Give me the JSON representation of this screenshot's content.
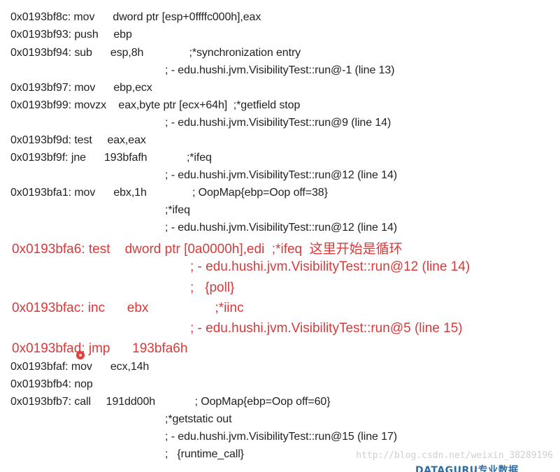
{
  "lines": [
    {
      "text": "0x0193bf8c: mov      dword ptr [esp+0ffffc000h],eax",
      "highlight": false
    },
    {
      "text": "0x0193bf93: push     ebp",
      "highlight": false
    },
    {
      "text": "0x0193bf94: sub      esp,8h               ;*synchronization entry",
      "highlight": false
    },
    {
      "text": "; - edu.hushi.jvm.VisibilityTest::run@-1 (line 13)",
      "highlight": false
    },
    {
      "text": "0x0193bf97: mov      ebp,ecx",
      "highlight": false
    },
    {
      "text": "0x0193bf99: movzx    eax,byte ptr [ecx+64h]  ;*getfield stop",
      "highlight": false
    },
    {
      "text": "; - edu.hushi.jvm.VisibilityTest::run@9 (line 14)",
      "highlight": false
    },
    {
      "text": "0x0193bf9d: test     eax,eax",
      "highlight": false
    },
    {
      "text": "0x0193bf9f: jne      193bfafh             ;*ifeq",
      "highlight": false
    },
    {
      "text": "; - edu.hushi.jvm.VisibilityTest::run@12 (line 14)",
      "highlight": false
    },
    {
      "text": "0x0193bfa1: mov      ebx,1h               ; OopMap{ebp=Oop off=38}",
      "highlight": false
    },
    {
      "text": ";*ifeq",
      "highlight": false
    },
    {
      "text": "; - edu.hushi.jvm.VisibilityTest::run@12 (line 14)",
      "highlight": false
    },
    {
      "text": "0x0193bfa6: test    dword ptr [0a0000h],edi  ;*ifeq  这里开始是循环",
      "highlight": true
    },
    {
      "text": "; - edu.hushi.jvm.VisibilityTest::run@12 (line 14)",
      "highlight": true
    },
    {
      "text": ";   {poll}",
      "highlight": true
    },
    {
      "text": "0x0193bfac: inc      ebx                  ;*iinc",
      "highlight": true
    },
    {
      "text": "; - edu.hushi.jvm.VisibilityTest::run@5 (line 15)",
      "highlight": true
    },
    {
      "text": "0x0193bfad: jmp      193bfa6h",
      "highlight": true
    },
    {
      "text": "0x0193bfaf: mov      ecx,14h",
      "highlight": false
    },
    {
      "text": "0x0193bfb4: nop",
      "highlight": false
    },
    {
      "text": "0x0193bfb7: call     191dd00h             ; OopMap{ebp=Oop off=60}",
      "highlight": false
    },
    {
      "text": ";*getstatic out",
      "highlight": false
    },
    {
      "text": "; - edu.hushi.jvm.VisibilityTest::run@15 (line 17)",
      "highlight": false
    },
    {
      "text": ";   {runtime_call}",
      "highlight": false
    }
  ],
  "watermark": "http://blog.csdn.net/weixin_38289196",
  "logo": "DATAGURU专业数据"
}
